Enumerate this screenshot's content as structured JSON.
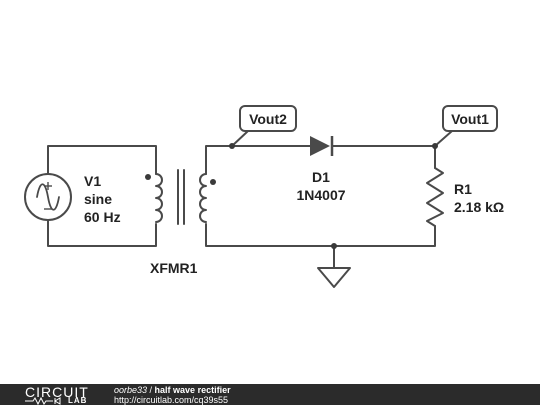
{
  "schematic": {
    "source": {
      "name": "V1",
      "type": "sine",
      "freq": "60 Hz"
    },
    "transformer": {
      "name": "XFMR1"
    },
    "diode": {
      "name": "D1",
      "part": "1N4007"
    },
    "resistor": {
      "name": "R1",
      "value": "2.18 kΩ"
    },
    "probes": {
      "probe1": "Vout2",
      "probe2": "Vout1"
    }
  },
  "footer": {
    "logo_top": "CIRCUIT",
    "logo_bottom": "LAB",
    "author": "oorbe33",
    "separator": " / ",
    "title": "half wave rectifier",
    "url": "http://circuitlab.com/cq39s55"
  },
  "colors": {
    "wire": "#4a4a4a",
    "footer_bg": "#2b2b2b"
  }
}
